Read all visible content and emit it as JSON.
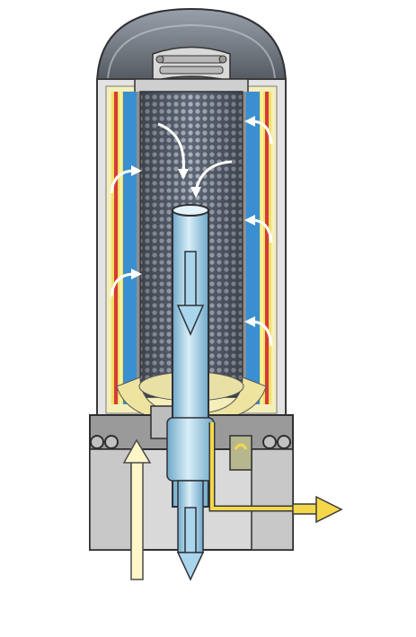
{
  "diagram": {
    "components": [
      {
        "id": "dome-cap",
        "kind": "housing"
      },
      {
        "id": "outer-housing",
        "kind": "housing"
      },
      {
        "id": "filter-element-left",
        "kind": "pleated-media"
      },
      {
        "id": "filter-element-right",
        "kind": "pleated-media"
      },
      {
        "id": "core-mesh",
        "kind": "perforated-core"
      },
      {
        "id": "center-outlet-tube",
        "kind": "pipe"
      },
      {
        "id": "base-block",
        "kind": "housing"
      },
      {
        "id": "drain-line",
        "kind": "pipe"
      }
    ],
    "flows": [
      {
        "id": "inlet",
        "color": "#fff7c8",
        "direction": "up"
      },
      {
        "id": "clean-outlet",
        "color": "#a9d6ec",
        "direction": "down"
      },
      {
        "id": "side-drain",
        "color": "#f4d84a",
        "direction": "right"
      }
    ],
    "colors": {
      "housing": "#d8d8d8",
      "housing_dark": "#6e6e6e",
      "media_blue": "#3a8fd0",
      "media_red": "#d43b3b",
      "media_yellow": "#f2e060",
      "core": "#8a8f9c",
      "tube": "#b8dcef",
      "yellow_seal": "#efe3a0"
    }
  }
}
